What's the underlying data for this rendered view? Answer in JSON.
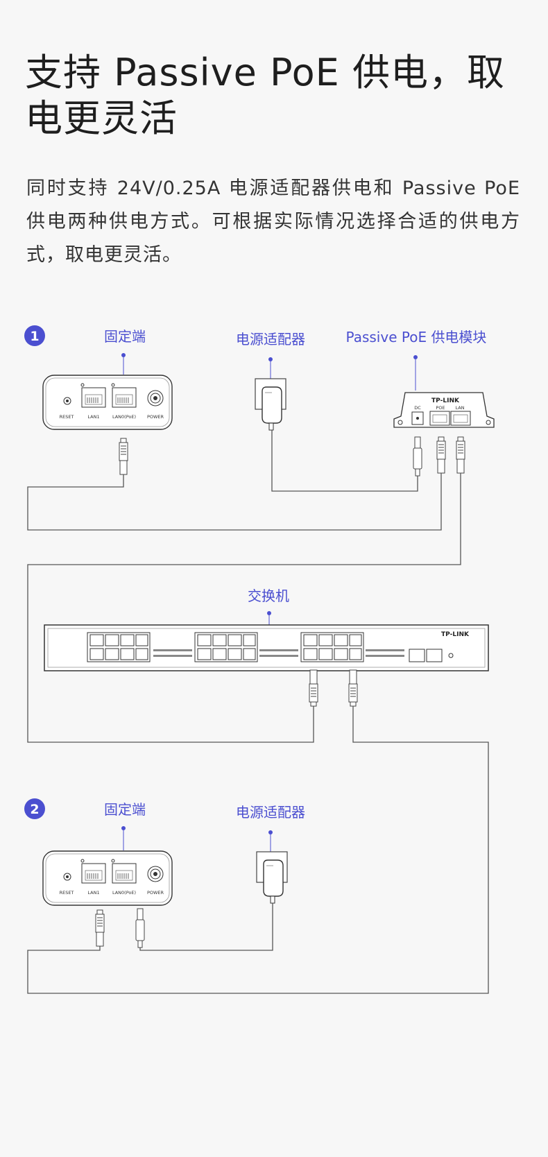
{
  "heading": {
    "line1": "支持 Passive PoE 供电，取",
    "line2": "电更灵活"
  },
  "description": "同时支持 24V/0.25A 电源适配器供电和 Passive PoE 供电两种供电方式。可根据实际情况选择合适的供电方式，取电更灵活。",
  "colors": {
    "accent": "#4b4fd0",
    "line": "#555555",
    "background": "#f7f7f7"
  },
  "scenario1": {
    "number": "1",
    "fixed_end": "固定端",
    "adapter": "电源适配器",
    "poe_module": "Passive PoE 供电模块",
    "switch": "交换机"
  },
  "scenario2": {
    "number": "2",
    "fixed_end": "固定端",
    "adapter": "电源适配器"
  },
  "device_ports": {
    "reset": "RESET",
    "lan1": "LAN1",
    "lan0": "LAN0(PoE)",
    "power": "POWER"
  },
  "poe_ports": {
    "dc": "DC",
    "poe": "POE",
    "lan": "LAN"
  },
  "brand": "TP-LINK"
}
